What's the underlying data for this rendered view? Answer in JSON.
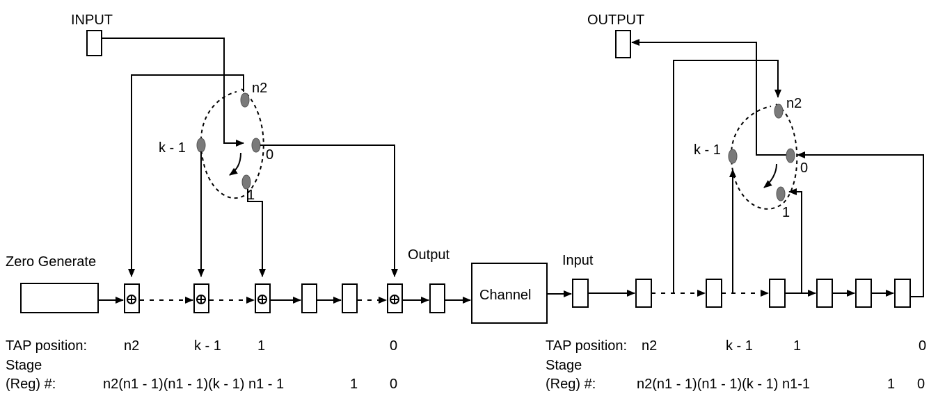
{
  "encoder": {
    "input_label": "INPUT",
    "zero_generate_label": "Zero Generate",
    "output_label": "Output",
    "tap_labels": {
      "n2": "n2",
      "k1": "k - 1",
      "zero": "0",
      "one": "1"
    }
  },
  "channel_label": "Channel",
  "decoder": {
    "output_label": "OUTPUT",
    "input_label": "Input",
    "tap_labels": {
      "n2": "n2",
      "k1": "k - 1",
      "zero": "0",
      "one": "1"
    }
  },
  "left_table": {
    "tap_heading": "TAP position:",
    "tap_values": [
      "n2",
      "k - 1",
      "1",
      "0"
    ],
    "stage_heading_line1": "Stage",
    "stage_heading_line2": "(Reg) #:",
    "stage_values": [
      "n2(n1 - 1)(n1 - 1)(k - 1) n1 - 1",
      "1",
      "0"
    ]
  },
  "right_table": {
    "tap_heading": "TAP position:",
    "tap_values": [
      "n2",
      "k - 1",
      "1",
      "0"
    ],
    "stage_heading_line1": "Stage",
    "stage_heading_line2": "(Reg) #:",
    "stage_values": [
      "n2(n1 - 1)(n1 - 1)(k - 1) n1-1",
      "1",
      "0"
    ]
  }
}
